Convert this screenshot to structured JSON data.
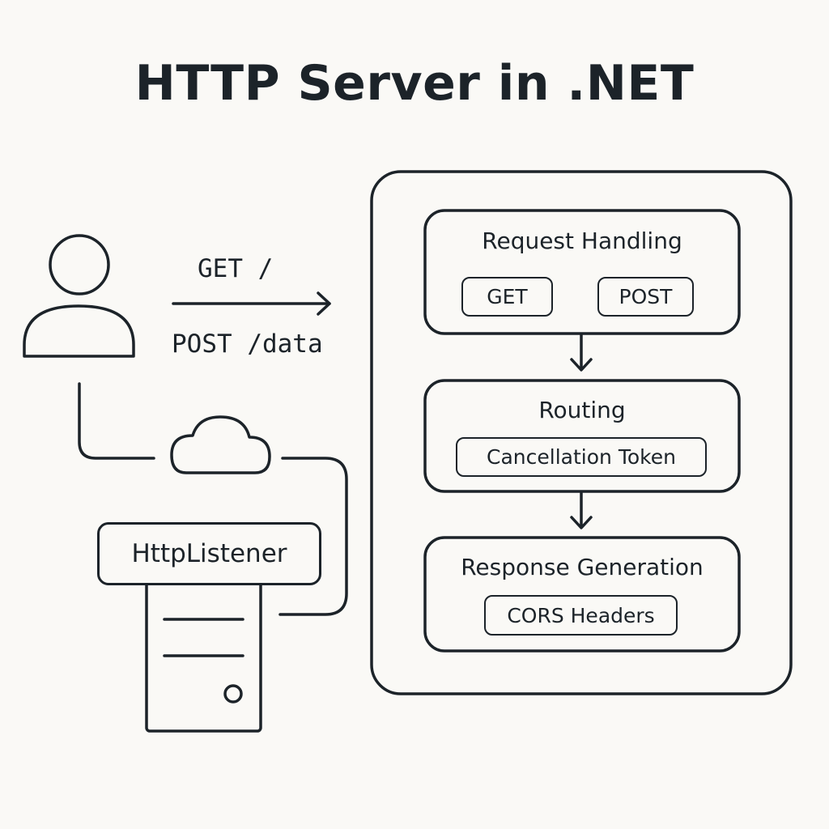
{
  "title": "HTTP Server in .NET",
  "client": {
    "request_get": "GET /",
    "request_post": "POST /data"
  },
  "server": {
    "listener_label": "HttpListener"
  },
  "pipeline": {
    "request_handling": {
      "title": "Request Handling",
      "methods": [
        "GET",
        "POST"
      ]
    },
    "routing": {
      "title": "Routing",
      "item": "Cancellation Token"
    },
    "response_generation": {
      "title": "Response Generation",
      "item": "CORS Headers"
    }
  },
  "colors": {
    "ink": "#1c2329",
    "background": "#faf9f6"
  }
}
